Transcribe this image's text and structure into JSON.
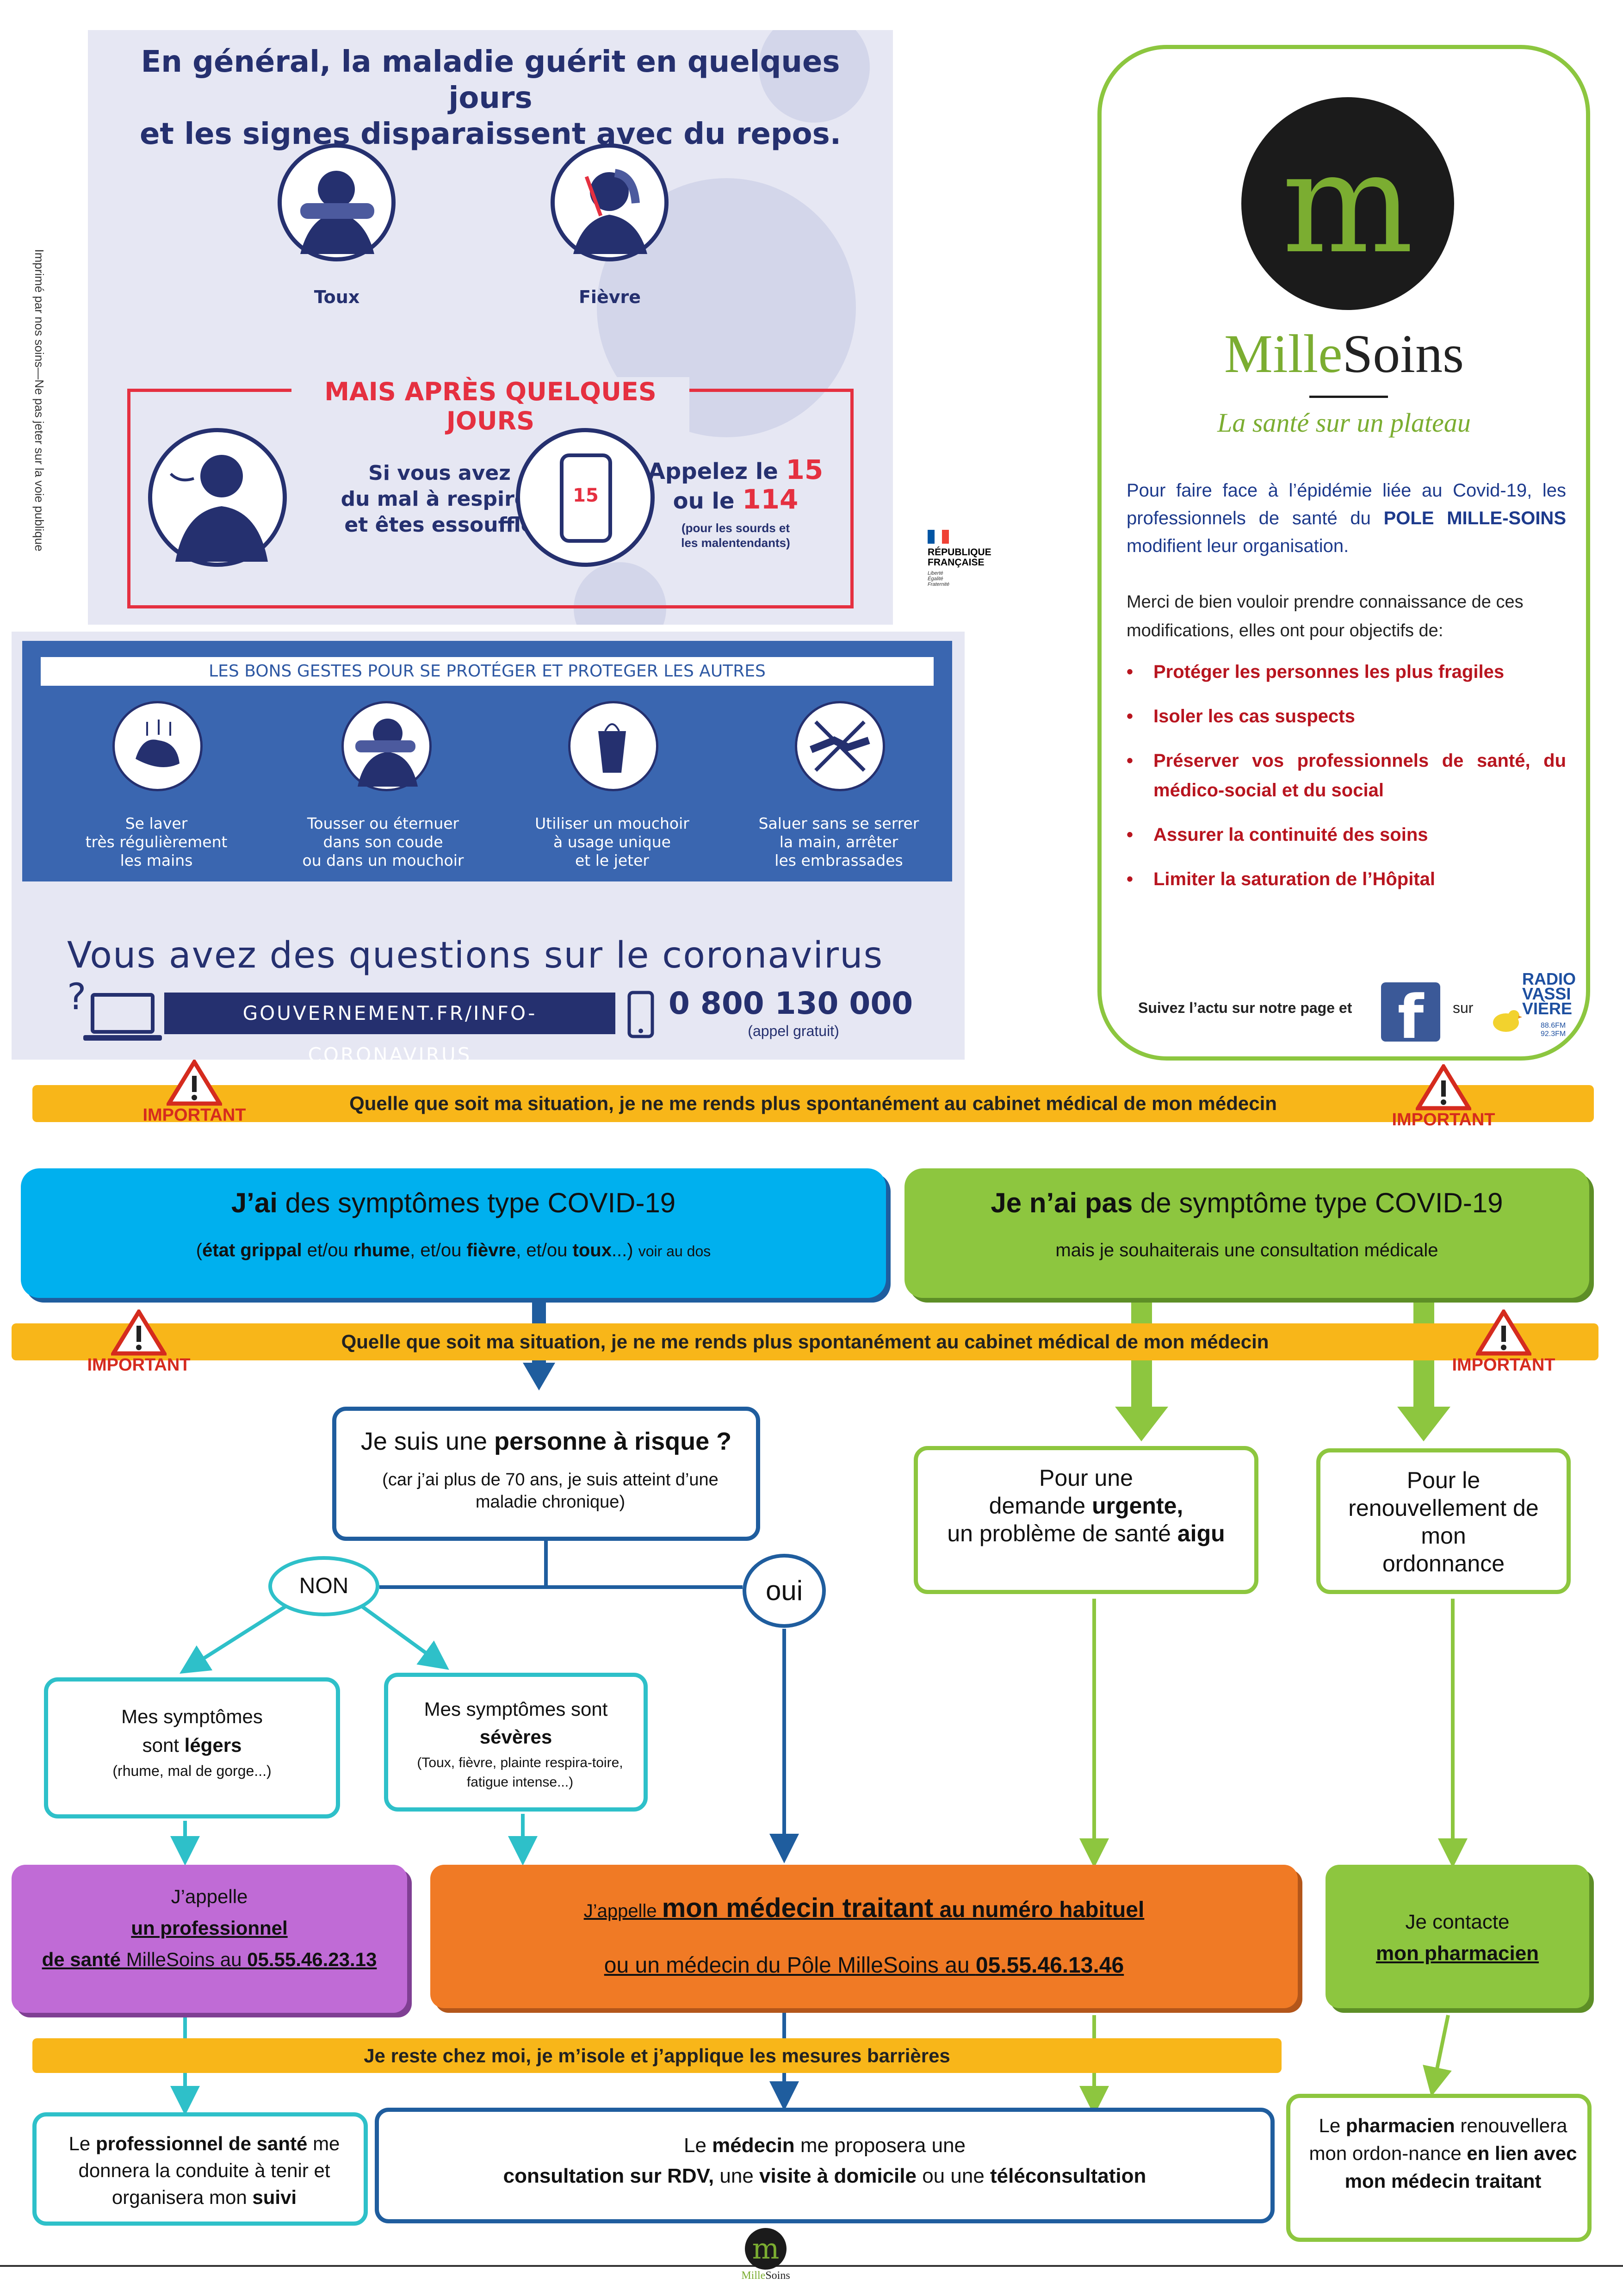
{
  "poster_top": {
    "title_line1": "En général, la maladie guérit en quelques jours",
    "title_line2": "et les signes disparaissent avec du repos.",
    "toux": "Toux",
    "fievre": "Fièvre",
    "mais_apres": "MAIS APRÈS QUELQUES JOURS",
    "breath_line1": "Si vous avez",
    "breath_line2": "du mal à respirer",
    "breath_line3": "et êtes essoufflé",
    "call_prefix": "Appelez le ",
    "call_15": "15",
    "call_or": "ou le ",
    "call_114": "114",
    "call_note1": "(pour les sourds et",
    "call_note2": "les malentendants)",
    "phone_screen": "15"
  },
  "marianne": {
    "rep_line1": "RÉPUBLIQUE",
    "rep_line2": "FRANÇAISE",
    "motto1": "Liberté",
    "motto2": "Égalité",
    "motto3": "Fraternité"
  },
  "printed_note": "Imprimé par nos soins—Ne pas jeter sur la voie publique",
  "gestes": {
    "title": "LES BONS GESTES POUR SE PROTÉGER ET PROTEGER LES AUTRES",
    "items": [
      {
        "line1": "Se laver",
        "line2": "très régulièrement",
        "line3": "les mains"
      },
      {
        "line1": "Tousser ou éternuer",
        "line2": "dans son coude",
        "line3": "ou dans un mouchoir"
      },
      {
        "line1": "Utiliser un mouchoir",
        "line2": "à usage unique",
        "line3": "et le jeter"
      },
      {
        "line1": "Saluer sans se serrer",
        "line2": "la main, arrêter",
        "line3": "les embrassades"
      }
    ],
    "questions": "Vous avez des questions sur le coronavirus ?",
    "link": "GOUVERNEMENT.FR/INFO-CORONAVIRUS",
    "phone": "0 800 130 000",
    "phone_note": "(appel gratuit)"
  },
  "card": {
    "logo_letter": "m",
    "brand_mille": "Mille",
    "brand_soins": "Soins",
    "slogan": "La santé sur un plateau",
    "intro_part1": "Pour faire face à l’épidémie liée au Covid-19, les professionnels de santé du ",
    "intro_bold": "POLE MILLE-SOINS",
    "intro_part2": " modifient leur organisation.",
    "merci": "Merci de bien vouloir prendre connaissance de ces modifications, elles ont pour objectifs de:",
    "objectives": [
      "Protéger les personnes les plus fragiles",
      "Isoler les cas suspects",
      "Préserver vos professionnels de santé, du médico-social et du social",
      "Assurer la continuité des soins",
      "Limiter la saturation de l’Hôpital"
    ],
    "follow": "Suivez l’actu sur notre page et",
    "fb_letter": "f",
    "sur": "sur",
    "radio_line1": "RADIO",
    "radio_line2": "VASSI",
    "radio_line3": "VIÈRE",
    "radio_freq1": "88.6FM",
    "radio_freq2": "92.3FM"
  },
  "banners": {
    "situation": "Quelle que soit ma situation, je ne me rends plus spontanément au cabinet médical de mon médecin",
    "reste": "Je reste chez moi, je m’isole et j’applique les mesures barrières",
    "important": "IMPORTANT"
  },
  "flow": {
    "blue_bold": "J’ai",
    "blue_rest": " des symptômes type COVID-19",
    "blue_sub_open": "(",
    "blue_sub_b1": "état grippal",
    "blue_sub_t1": " et/ou ",
    "blue_sub_b2": "rhume",
    "blue_sub_t2": ", et/ou  ",
    "blue_sub_b3": "fièvre",
    "blue_sub_t3": ", et/ou ",
    "blue_sub_b4": "toux",
    "blue_sub_t4": "...) ",
    "blue_sub_small": "voir au dos",
    "green_bold": "Je n’ai pas",
    "green_rest": " de symptôme type  COVID-19",
    "green_sub": "mais je souhaiterais une consultation médicale",
    "risk_prefix": "Je suis une ",
    "risk_bold": "personne à risque ?",
    "risk_sub": "(car j’ai plus de 70 ans, je suis atteint d’une maladie chronique)",
    "urgent_line1": "Pour une",
    "urgent_line2a": "demande ",
    "urgent_line2b": "urgente,",
    "urgent_line3a": "un problème de santé ",
    "urgent_line3b": "aigu",
    "renew_line1": "Pour le",
    "renew_line2": "renouvellement de",
    "renew_line3": "mon",
    "renew_line4": "ordonnance",
    "non": "NON",
    "oui": "oui",
    "light_line1": "Mes symptômes",
    "light_line2a": "sont ",
    "light_line2b": "légers",
    "light_small": "(rhume, mal de gorge...)",
    "severe_line1": "Mes symptômes sont",
    "severe_line2": "sévères",
    "severe_small": "(Toux, fièvre, plainte respira-toire, fatigue intense...)",
    "purple_line1": "J’appelle",
    "purple_line2": "un professionnel",
    "purple_line3a": "de santé",
    "purple_line3b": " MilleSoins au ",
    "purple_line3c": "05.55.46.23.13",
    "orange_line1a": "J’appelle ",
    "orange_line1b": "mon médecin traitant",
    "orange_line1c": " au numéro habituel",
    "orange_line2a": "ou un médecin du Pôle MilleSoins au ",
    "orange_line2b": "05.55.46.13.46",
    "pharma_line1": "Je contacte",
    "pharma_line2": "mon pharmacien",
    "prof_a": "Le ",
    "prof_b": "professionnel de santé",
    "prof_c": " me donnera la conduite à tenir et organisera mon ",
    "prof_d": "suivi",
    "med_line1a": "Le ",
    "med_line1b": "médecin",
    "med_line1c": " me proposera une",
    "med_line2a": "consultation sur RDV,",
    "med_line2b": " une ",
    "med_line2c": "visite à domicile",
    "med_line2d": " ou une ",
    "med_line2e": "téléconsultation",
    "phar_a": "Le ",
    "phar_b": "pharmacien",
    "phar_c": " renouvellera mon ordon-nance ",
    "phar_d": "en lien avec mon médecin traitant"
  },
  "footer": {
    "logo_letter": "m",
    "brand_mille": "Mille",
    "brand_soins": "Soins"
  },
  "colors": {
    "navy": "#25306f",
    "poster_red": "#e53040",
    "green": "#8dc63f",
    "blue": "#00b0ee",
    "orange_banner": "#f8b619",
    "purple": "#c06bd6",
    "orange_box": "#f07a25",
    "teal": "#2ec0c9",
    "dark_blue": "#1f5d9e"
  }
}
